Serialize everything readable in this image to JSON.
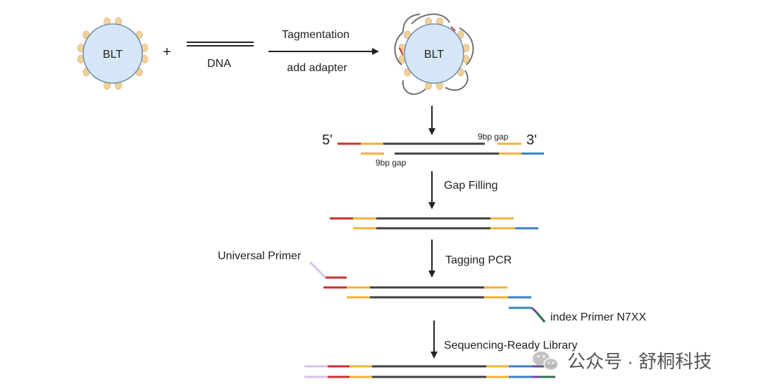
{
  "bead": {
    "label": "BLT",
    "fill": "#d5e7f6",
    "stroke": "#6f8aa5",
    "transposome_color": "#f1d19a"
  },
  "plus_sign": "+",
  "dna_label": "DNA",
  "steps": {
    "tagmentation": "Tagmentation",
    "add_adapter": "add adapter",
    "gap_filling": "Gap Filling",
    "tagging_pcr": "Tagging PCR",
    "final": "Sequencing-Ready Library"
  },
  "ends": {
    "five_prime": "5'",
    "three_prime": "3'"
  },
  "gap_label": "9bp gap",
  "primers": {
    "universal": "Universal Primer",
    "index": "index Primer N7XX"
  },
  "watermark": "公众号 · 舒桐科技",
  "colors": {
    "insert": "#3f3f3f",
    "adapter_orange": "#f2b135",
    "red_adapter": "#c8322c",
    "blue_adapter": "#3a7fc1",
    "lavender": "#d8c2e6",
    "purple": "#7a3ea0",
    "green": "#2e6e4e",
    "loop": "#6f6f6f",
    "arrow": "#222222"
  }
}
